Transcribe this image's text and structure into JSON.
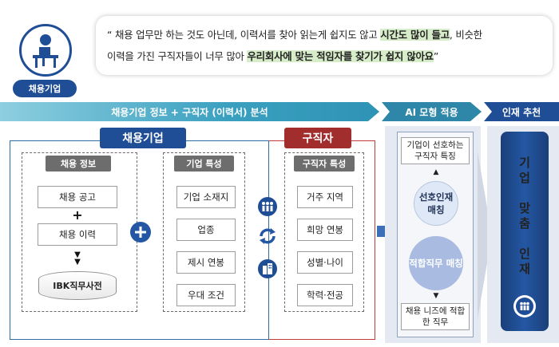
{
  "persona": {
    "label": "채용기업"
  },
  "quote": {
    "open": "“ 채용 업무만 하는 것도 아닌데, 이력서를 찾아 읽는게  쉽지도  않고 ",
    "hl1": "시간도 많이 들고",
    "mid": ", 비슷한",
    "line2a": "이력을 가진 구직자들이 너무 많아 ",
    "hl2": "우리회사에 맞는 적임자를 찾기가 쉽지 않아요",
    "close": "”"
  },
  "header": {
    "stage1": "채용기업 정보 + 구직자 (이력서) 분석",
    "stage2": "AI 모형 적용",
    "stage3": "인재 추천"
  },
  "company": {
    "title": "채용기업",
    "info": {
      "title": "채용 정보",
      "item1": "채용 공고",
      "plus": "+",
      "item2": "채용 이력",
      "db": "IBK직무사전"
    },
    "features": {
      "title": "기업 특성",
      "items": [
        "기업 소재지",
        "업종",
        "제시 연봉",
        "우대 조건"
      ]
    }
  },
  "jobseeker": {
    "title": "구직자",
    "features": {
      "title": "구직자 특성",
      "items": [
        "거주 지역",
        "희망 연봉",
        "성별·나이",
        "학력·전공"
      ]
    }
  },
  "ai": {
    "top": "기업이 선호하는 구직자 특징",
    "circle1": "선호인재 매칭",
    "circle2": "적합직무 매칭",
    "bottom": "채용 니즈에 적합한 직무"
  },
  "result": {
    "chars": [
      "기",
      "업",
      "",
      "맞",
      "춤",
      "",
      "인",
      "재"
    ]
  },
  "colors": {
    "navy": "#1f4e96",
    "red": "#a22d2d",
    "teal": "#2e93b5",
    "highlight": "#d7edc9"
  }
}
